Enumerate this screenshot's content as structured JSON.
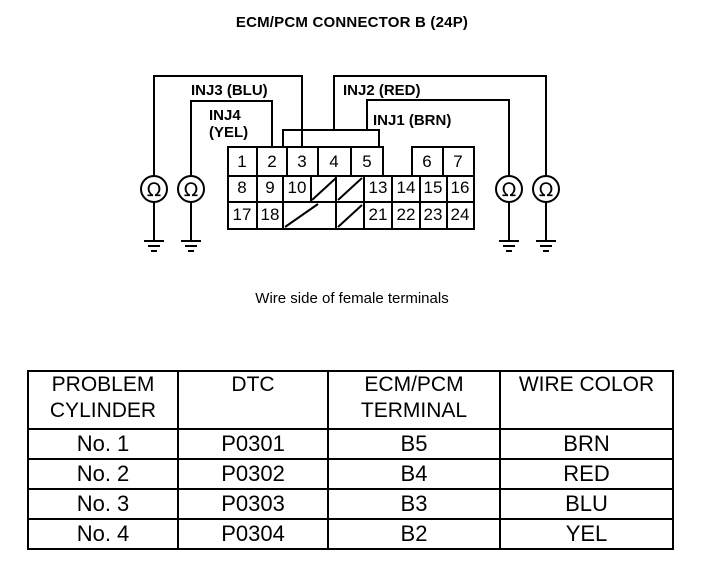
{
  "title": "ECM/PCM CONNECTOR B (24P)",
  "caption": "Wire side of female terminals",
  "connector": {
    "pins_row1": [
      "1",
      "2",
      "3",
      "4",
      "5",
      "6",
      "7"
    ],
    "pins_row2": [
      "8",
      "9",
      "10",
      "13",
      "14",
      "15",
      "16"
    ],
    "pins_row3": [
      "17",
      "18",
      "21",
      "22",
      "23",
      "24"
    ]
  },
  "wires": {
    "inj3": "INJ3 (BLU)",
    "inj2": "INJ2 (RED)",
    "inj4_line1": "INJ4",
    "inj4_line2": "(YEL)",
    "inj1": "INJ1 (BRN)"
  },
  "meter_symbol": "Ω",
  "table": {
    "headers": [
      [
        "PROBLEM",
        "CYLINDER"
      ],
      [
        "DTC",
        ""
      ],
      [
        "ECM/PCM",
        "TERMINAL"
      ],
      [
        "WIRE COLOR",
        ""
      ]
    ],
    "rows": [
      [
        "No. 1",
        "P0301",
        "B5",
        "BRN"
      ],
      [
        "No. 2",
        "P0302",
        "B4",
        "RED"
      ],
      [
        "No. 3",
        "P0303",
        "B3",
        "BLU"
      ],
      [
        "No. 4",
        "P0304",
        "B2",
        "YEL"
      ]
    ]
  }
}
